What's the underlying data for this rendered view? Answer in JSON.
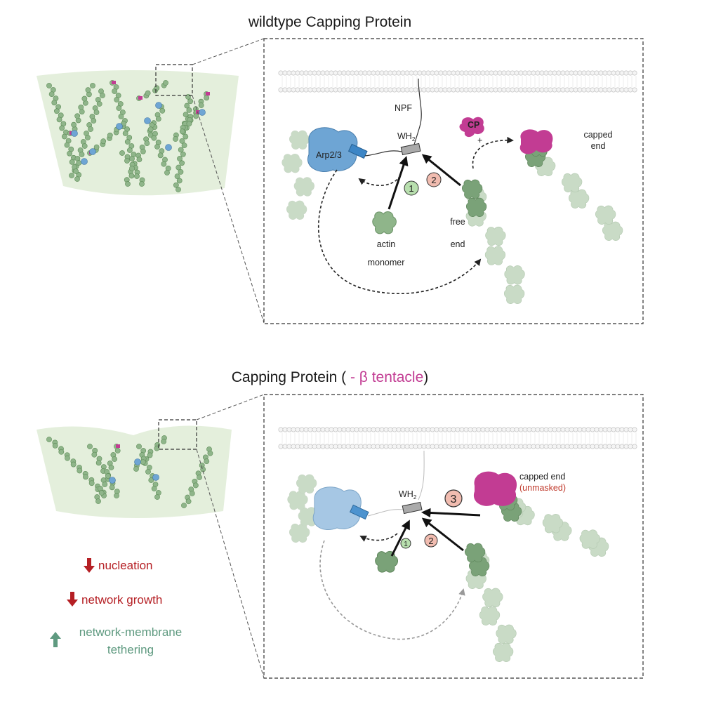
{
  "colors": {
    "actin": "#8fb58a",
    "actin_dark": "#7aa278",
    "actin_faded": "#c9dbc6",
    "arp": "#6ea5d4",
    "cp": "#c23c93",
    "red": "#b51f24",
    "teal": "#5f9a80",
    "cell_bg": "#e4efdc"
  },
  "top_panel": {
    "title": "wildtype Capping Protein",
    "labels": {
      "npf": "NPF",
      "wh2": "WH",
      "wh2_sub": "2",
      "arp": "Arp2/3",
      "cp": "CP",
      "plus": "+",
      "capped_1": "capped",
      "capped_2": "end",
      "actin_1": "actin",
      "actin_2": "monomer",
      "free_1": "free",
      "free_2": "end"
    },
    "steps": [
      "1",
      "2"
    ]
  },
  "bottom_panel": {
    "title_pre": "Capping Protein ( ",
    "title_minus": "- β tentacle",
    "title_post": ")",
    "labels": {
      "wh2": "WH",
      "wh2_sub": "2",
      "capped": "capped end",
      "unmasked": "(unmasked)"
    },
    "steps": [
      "1",
      "2",
      "3"
    ]
  },
  "effects": [
    {
      "icon": "down-arrow-icon",
      "text": "nucleation",
      "color": "#b51f24"
    },
    {
      "icon": "down-arrow-icon",
      "text": "network growth",
      "color": "#b51f24"
    },
    {
      "icon": "up-arrow-icon",
      "text_1": "network-membrane",
      "text_2": "tethering",
      "color": "#5f9a80"
    }
  ]
}
